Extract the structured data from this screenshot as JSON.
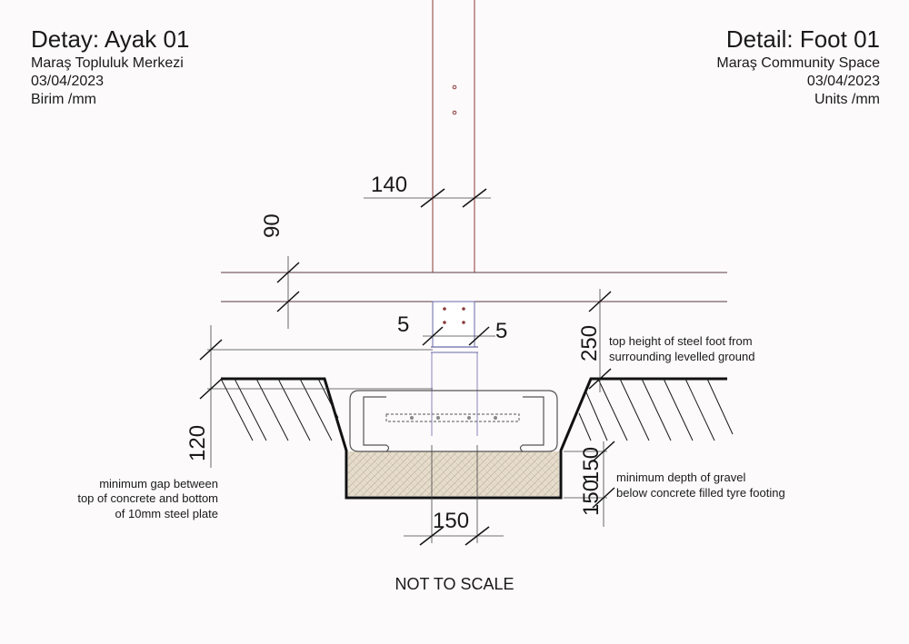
{
  "title_left": {
    "title": "Detay: Ayak 01",
    "project": "Maraş Topluluk Merkezi",
    "date": "03/04/2023",
    "units": "Birim /mm"
  },
  "title_right": {
    "title": "Detail: Foot 01",
    "project": "Maraş Community Space",
    "date": "03/04/2023",
    "units": "Units /mm"
  },
  "dimensions": {
    "post_width": "140",
    "beam_depth": "90",
    "plate_offset_left": "5",
    "plate_offset_right": "5",
    "foot_height": "250",
    "gap_concrete_plate": "120",
    "gravel_depth": "150",
    "tyre_offset": "150"
  },
  "notes": {
    "foot_height": [
      "top height of steel foot from",
      "surrounding levelled ground"
    ],
    "gap": [
      "minimum gap between",
      "top of concrete and bottom",
      "of 10mm steel plate"
    ],
    "gravel": [
      "minimum depth of gravel",
      "below concrete filled tyre footing"
    ]
  },
  "footer": "NOT TO SCALE",
  "colors": {
    "line": "#1a1a1a",
    "timber": "#8b3a3a",
    "steel": "#6a6aa8",
    "gravel": "#e6dccb",
    "background": "#fcfafb"
  }
}
